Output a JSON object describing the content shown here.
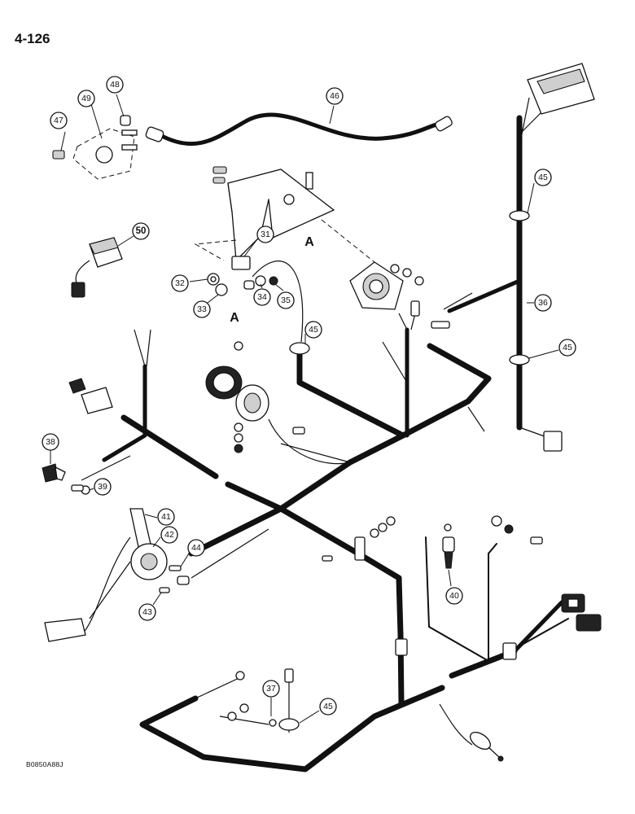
{
  "page": {
    "number": "4-126",
    "figure_code": "B0850A88J"
  },
  "reference_labels": [
    "A",
    "A"
  ],
  "callouts": [
    "47",
    "49",
    "48",
    "46",
    "50",
    "31",
    "32",
    "33",
    "34",
    "35",
    "45",
    "45",
    "45",
    "45",
    "36",
    "38",
    "39",
    "41",
    "42",
    "44",
    "43",
    "40",
    "37"
  ]
}
